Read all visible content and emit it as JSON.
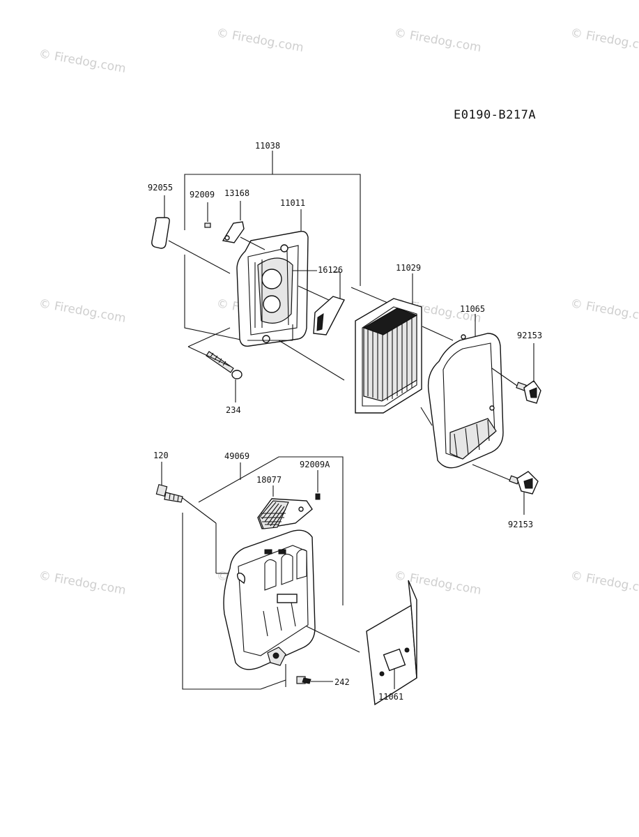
{
  "diagram": {
    "code": "E0190-B217A",
    "watermark": "© Firedog.com",
    "labels": {
      "p11038": "11038",
      "p92055": "92055",
      "p92009": "92009",
      "p13168": "13168",
      "p11011": "11011",
      "p16126": "16126",
      "p11029": "11029",
      "p11065": "11065",
      "p92153a": "92153",
      "p234": "234",
      "p120": "120",
      "p49069": "49069",
      "p92009A": "92009A",
      "p18077": "18077",
      "p92153b": "92153",
      "p242": "242",
      "p11061": "11061"
    }
  }
}
